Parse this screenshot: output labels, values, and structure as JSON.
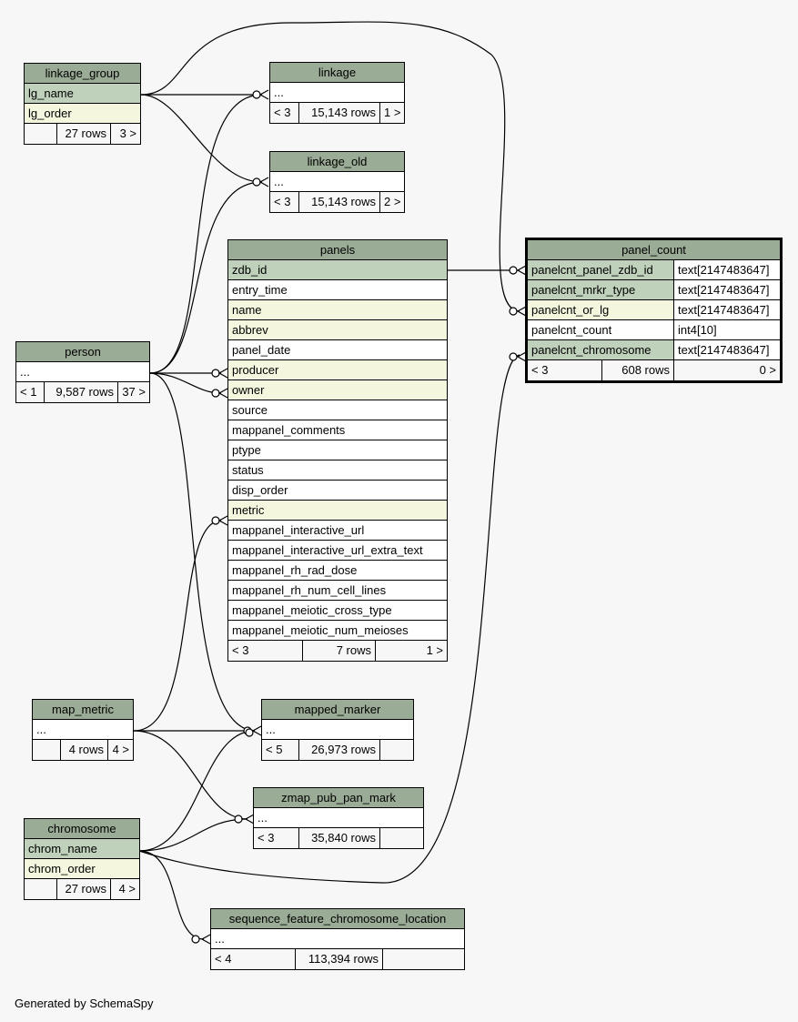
{
  "footer": "Generated by SchemaSpy",
  "tables": {
    "linkage_group": {
      "name": "linkage_group",
      "columns": [
        {
          "name": "lg_name",
          "kind": "pk"
        },
        {
          "name": "lg_order",
          "kind": "fk"
        }
      ],
      "footer": [
        "",
        "27 rows",
        "3 >"
      ]
    },
    "linkage": {
      "name": "linkage",
      "columns": [
        {
          "name": "...",
          "kind": "plain"
        }
      ],
      "footer": [
        "< 3",
        "15,143 rows",
        "1 >"
      ]
    },
    "linkage_old": {
      "name": "linkage_old",
      "columns": [
        {
          "name": "...",
          "kind": "plain"
        }
      ],
      "footer": [
        "< 3",
        "15,143 rows",
        "2 >"
      ]
    },
    "panels": {
      "name": "panels",
      "columns": [
        {
          "name": "zdb_id",
          "kind": "pk"
        },
        {
          "name": "entry_time",
          "kind": "plain"
        },
        {
          "name": "name",
          "kind": "fk"
        },
        {
          "name": "abbrev",
          "kind": "fk"
        },
        {
          "name": "panel_date",
          "kind": "plain"
        },
        {
          "name": "producer",
          "kind": "fk"
        },
        {
          "name": "owner",
          "kind": "fk"
        },
        {
          "name": "source",
          "kind": "plain"
        },
        {
          "name": "mappanel_comments",
          "kind": "plain"
        },
        {
          "name": "ptype",
          "kind": "plain"
        },
        {
          "name": "status",
          "kind": "plain"
        },
        {
          "name": "disp_order",
          "kind": "plain"
        },
        {
          "name": "metric",
          "kind": "fk"
        },
        {
          "name": "mappanel_interactive_url",
          "kind": "plain"
        },
        {
          "name": "mappanel_interactive_url_extra_text",
          "kind": "plain"
        },
        {
          "name": "mappanel_rh_rad_dose",
          "kind": "plain"
        },
        {
          "name": "mappanel_rh_num_cell_lines",
          "kind": "plain"
        },
        {
          "name": "mappanel_meiotic_cross_type",
          "kind": "plain"
        },
        {
          "name": "mappanel_meiotic_num_meioses",
          "kind": "plain"
        }
      ],
      "footer": [
        "< 3",
        "7 rows",
        "1 >"
      ]
    },
    "panel_count": {
      "name": "panel_count",
      "columns": [
        {
          "name": "panelcnt_panel_zdb_id",
          "type": "text[2147483647]",
          "kind": "pk"
        },
        {
          "name": "panelcnt_mrkr_type",
          "type": "text[2147483647]",
          "kind": "pk"
        },
        {
          "name": "panelcnt_or_lg",
          "type": "text[2147483647]",
          "kind": "fk"
        },
        {
          "name": "panelcnt_count",
          "type": "int4[10]",
          "kind": "plain"
        },
        {
          "name": "panelcnt_chromosome",
          "type": "text[2147483647]",
          "kind": "pk"
        }
      ],
      "footer": [
        "< 3",
        "608 rows",
        "0 >"
      ]
    },
    "person": {
      "name": "person",
      "columns": [
        {
          "name": "...",
          "kind": "plain"
        }
      ],
      "footer": [
        "< 1",
        "9,587 rows",
        "37 >"
      ]
    },
    "map_metric": {
      "name": "map_metric",
      "columns": [
        {
          "name": "...",
          "kind": "plain"
        }
      ],
      "footer": [
        "",
        "4 rows",
        "4 >"
      ]
    },
    "mapped_marker": {
      "name": "mapped_marker",
      "columns": [
        {
          "name": "...",
          "kind": "plain"
        }
      ],
      "footer": [
        "< 5",
        "26,973 rows",
        ""
      ]
    },
    "zmap_pub_pan_mark": {
      "name": "zmap_pub_pan_mark",
      "columns": [
        {
          "name": "...",
          "kind": "plain"
        }
      ],
      "footer": [
        "< 3",
        "35,840 rows",
        ""
      ]
    },
    "chromosome": {
      "name": "chromosome",
      "columns": [
        {
          "name": "chrom_name",
          "kind": "pk"
        },
        {
          "name": "chrom_order",
          "kind": "fk"
        }
      ],
      "footer": [
        "",
        "27 rows",
        "4 >"
      ]
    },
    "sequence_feature_chromosome_location": {
      "name": "sequence_feature_chromosome_location",
      "columns": [
        {
          "name": "...",
          "kind": "plain"
        }
      ],
      "footer": [
        "< 4",
        "113,394 rows",
        ""
      ]
    }
  }
}
